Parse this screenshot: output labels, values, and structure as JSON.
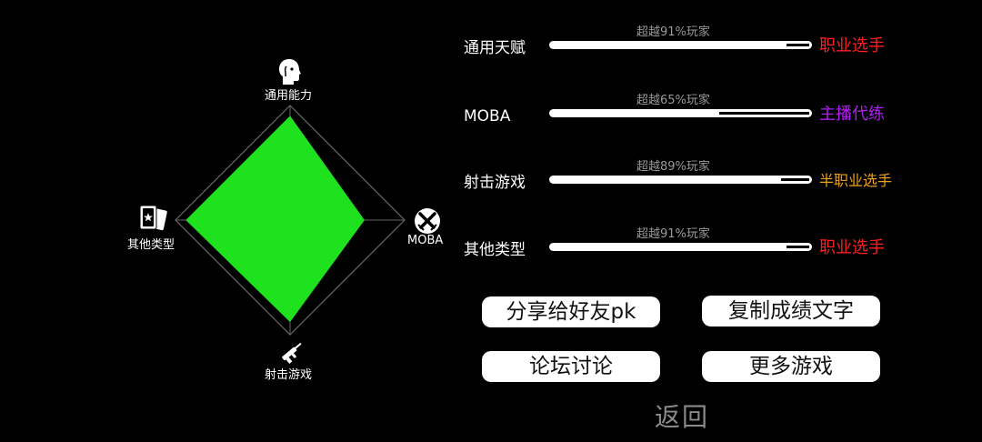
{
  "chart_data": {
    "type": "radar",
    "axes": [
      "通用能力",
      "MOBA",
      "射击游戏",
      "其他类型"
    ],
    "values": [
      0.91,
      0.65,
      0.89,
      0.91
    ],
    "max": 1,
    "fill_color": "#1ee21e",
    "grid_color": "#666666"
  },
  "radar_icons": [
    "head-icon",
    "crossed-swords-icon",
    "rifle-icon",
    "cards-icon"
  ],
  "stats": [
    {
      "name": "通用天赋",
      "percentile_text": "超越91%玩家",
      "value": 0.91,
      "rank": "职业选手",
      "rank_color": "#ff1e1e"
    },
    {
      "name": "MOBA",
      "percentile_text": "超越65%玩家",
      "value": 0.65,
      "rank": "主播代练",
      "rank_color": "#b21ef0"
    },
    {
      "name": "射击游戏",
      "percentile_text": "超越89%玩家",
      "value": 0.89,
      "rank": "半职业选手",
      "rank_color": "#f0a01e"
    },
    {
      "name": "其他类型",
      "percentile_text": "超越91%玩家",
      "value": 0.91,
      "rank": "职业选手",
      "rank_color": "#ff1e1e"
    }
  ],
  "buttons": {
    "share": "分享给好友pk",
    "copy": "复制成绩文字",
    "forum": "论坛讨论",
    "more": "更多游戏"
  },
  "back": "返回"
}
